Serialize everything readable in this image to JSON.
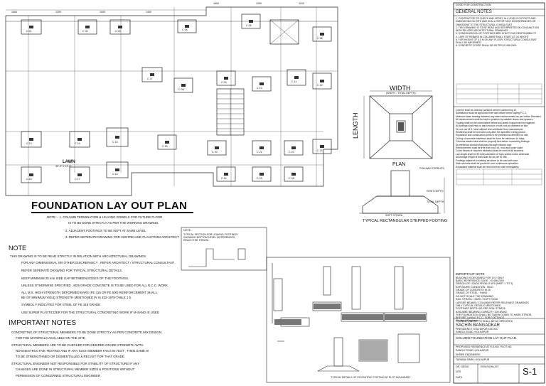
{
  "drawing": {
    "main_title": "FOUNDATION LAY OUT PLAN",
    "lawn_label": "LAWN",
    "lawn_size": "30'-0\" X 13'-8\"",
    "width_label": "WIDTH",
    "length_label": "LENGTH",
    "width_total_depth": "(WIDTH - TOTAL DEPTH)",
    "plan_label": "PLAN",
    "column_stirrups": "COLUMN STIRRUPS",
    "first_depth": "FIRST DEPTH",
    "total_depth": "TOTAL DEPTH",
    "soft_strata": "SOFT STRATA",
    "footing_caption": "TYPICAL RECTANGULAR  STEPPED FOOTING",
    "section_caption": "TYPICAL DETAILS OF ECCENTRIC FOOTING AT PLOT BOUNDARY",
    "dim_1500": "1500",
    "dim_1200": "1200",
    "dim_1000": "1000",
    "dim_1400": "1400",
    "dim_1600": "1600",
    "dim_1300": "1300",
    "dim_1100": "1100"
  },
  "columns": {
    "c01": "C 01",
    "c02": "C 02",
    "c03": "C 03",
    "c04": "C 04",
    "c05": "C 05",
    "c06": "C 06",
    "c07": "C 07",
    "c08": "C 08",
    "c09": "C 09",
    "c10": "C 10",
    "c11": "C 11",
    "c12": "C 12",
    "c13": "C 13",
    "c14": "C 14",
    "c15": "C 15",
    "c16": "C 16",
    "c17": "C 17",
    "c18": "C 18",
    "c19": "C 19",
    "c20": "C 20",
    "c21": "C 21",
    "c22": "C 22",
    "c23": "C 23",
    "c24": "C 24",
    "c25": "C 25",
    "c26": "C 26"
  },
  "small_notes": {
    "n1": "NOTE :- 1.  COLUMN TERMINATION & LEAVING DOWELS FOR FUTURE FLOOR",
    "n1b": "IS TO BE DONE STRICTLY AS PER THE WORKING DRAWING.",
    "n2": "2.  ADJACENT FOOTINGS TO BE KEPT AT SAME LEVEL",
    "n3": "3.  REFER SEPERATE DRAWING FOR CENTRE LINE PLAN FROM ARCHITECT",
    "box_title": "NOTE:-",
    "box_text": "TYPICAL SECTION FOR LEAVING FOOTINGS SHOWING BOTTOM LEVEL DIFFERENCES REACH THE STRATA"
  },
  "note": {
    "heading": "NOTE",
    "lines": [
      "THIS DRAWING IS TO BE READ STRICTLY IN RELATION WITH ARCHITECTURAL DRAWINGS.",
      "FOR ANY DIMENSIONAL OR OTHER DISCREPANCY , REFER  ARCHITECT / STRUCTURAL CONSULTANT",
      "REFER SEPERATE DRAWING  FOR TYPICAL STRUCTURAL DETAILS.",
      "KEEP MINIMUM 25 mm SIDE GAP BETWEEN EDGES OF THE FOOTINGS.",
      "UNLESS OTHERWISE SPECIFIED , M25 GRADE CONCRETE IS TO BE USED FOR ALL R.C.C. WORK.",
      "ALL M.S. HIGH STRENGTH DEFORMED BARS (FE 415 OR FE 500) REINFORCEMENT SHALL",
      "BE OF MINIMUM YIELD STRENGTH MENTIONED IN IS 432-1978-TABLE 1 5.",
      "SYMBOL # INDICATES FOR STEEL OF FE 415 GRADE",
      "USE  SUPER  PLASTICIZER  FOR THE STRUCTURAL CONCRETING WORK  IF  M-SAND IS USED"
    ]
  },
  "important_notes": {
    "heading": "IMPORTANT NOTES",
    "lines": [
      "CONCRETING OF STRUCTURAL MEMBERS TO BE DONE STRICTLY AS PER CONCRETE MIX DESIGN.",
      "FOR THE MATERIALS AVAILABLE ON THE  SITE.",
      "STRUCTURAL MEMBERS  ARE TO BE CHECKED  FOR DESIRED GRADE STRENGTH WITH",
      "NON DESTRUCTIVE TESTING  AND IF ANY SUCH MEMBER FAILS IN TEST ,  THEN SAME IS",
      "TO BE STRENGTHNED OR   DISMENTALLED & RECAST  FOR THAT GRADE.",
      "STRUCTURAL ENGINEER   NOT RESPONSIBLE  FOR STABILITY OF STRUCTURE  IF ANY",
      "CHANGES ARE DONE IN STRUCTURAL MEMBER SIZES & POSITIONS   WITHOUT",
      "PERMISSION OF CONCERNED STRUCTURAL ENGINEER"
    ]
  },
  "general_notes": {
    "stamp": "GOOD FOR CONSTRUCTION",
    "heading": "GENERAL NOTES",
    "paragraphs": [
      "1. CONTRACTOR TO CHECK AND VERIFY ALL LEVELS,CUTOUTS AND DIMENSIONS ON SITE AND SHALL REPORT ANY DISCREPANCIES OR OMISSIONS TO THE STRUCTURAL CONSULTANT",
      "2. THIS DRAWING IS TO BE READ AND INTERPRETED IN CONJUNCTION WITH RELATED ARCHITECTURAL DRAWINGS",
      "3. CONSOLIDATION OF FOOTINGS BED IS NOT OUR RESPONSIBILITY",
      "4. LAPS OF REBARS IN COLUMNS SHALL START AT 1/4 HEIGHT",
      "5. FOR HEIGHT OF 4.5 M ON ANY FLOOR, STRUCTURAL CONSULTANT SHALL BE INFORMED",
      "6. CONCRETE COVER SHALL BE AS PER IS 456-2000"
    ],
    "body_lines": [
      "Cement shall be ordinary portland cement conforming IS.",
      "Substitution shall be approved from site officer before laying P.C.C.",
      "Minimum base bearing between any steel reinforcement as per Indian Standard.",
      "All reinforcement shall be kept in position by suitable chairs and spacers.",
      "Footing shall not be constructed before soil strata is approved by engineer.",
      "All footings shall rest on hard murum or soft rock as directed on site.",
      "Do not use M.S. steel without test certificate from manufacturer.",
      "Shuttering shall be removed only after the specified curing period.",
      "Expansion and construction joints to be provided as directed on site.",
      "Curing of concrete members shall be done for minimum 14 days.",
      "Columns starter bars shall be properly tied before concreting footings.",
      "No electrical conduit shall pass through column core.",
      "Reinforcement shall be free from rust, oil, mud and loose scale.",
      "Cover blocks of required thickness shall be used at all locations.",
      "Lap length shall be 50 times diameter of bars unless noted otherwise.",
      "Anchorage length of bars shall be as per IS 456.",
      "Footings adjacent to existing structure to be cast with care.",
      "Slab concrete shall be poured in one continuous operation.",
      "Excavated material shall be removed from site immediately."
    ],
    "lower_heading": "IMPORTANT NOTE",
    "lower_lines": [
      "BUILDING IS DESIGNED FOR G+2 ONLY",
      "BASIC REFERENCE CODE - IS 456:2000",
      "DESIGN OF LOADS FROM IS 875 (PART 1 TO 3)",
      "EXPOSURE CONDITION : MILD",
      "GRADE OF CONCRETE M 25",
      "GRADE OF STEEL : Fe500",
      "DO NOT SCALE THE DRAWING",
      "SOIL STRATA : HARD / SOFT ROCK",
      "LARGER BEAMS / COLUMNS REFER RELEVANT DRAWINGS",
      "ONLY TYPICAL DETAILS MENTIONED",
      "FOOTINGS DEPTH AS PER SOIL STRATA",
      "ASSUMED BEARING CAPACITY 200 kN/m2",
      "THE FOUNDATION SHALL BE TAKEN DOWN TO HARD STRATA",
      "BEFORE LAYING P.C.C. FOR FOOTINGS",
      "FOUNDATION DEPTH SHALL BE AS SPECIFIED"
    ]
  },
  "title_block": {
    "struct_eng_label": "Structural Engineer",
    "engineer_name": "SACHIN BANGADKAR",
    "engineer_details": "PRESIDENCY, KOLHAPUR 416 003",
    "engineer_reg": "SANGLI ROAD, KOLHAPUR",
    "sheet_title": "COLUMN FOUNDATION LAY OUT PLAN",
    "project_label": "PROPOSED RESIDENCE AT R.S.NO.          PLOT NO.",
    "project_location": "SANGLI ROAD, KOLHAPUR",
    "owner_label": "SHREE ENGINEERS",
    "owner_sub": "TARABAI PARK, KOLHAPUR",
    "drawing_no_label": "DR. DESIG",
    "revisions": "REVISION LIST",
    "scale_label": "NTS",
    "date_label": "DATE",
    "sheet_no": "S-1"
  }
}
